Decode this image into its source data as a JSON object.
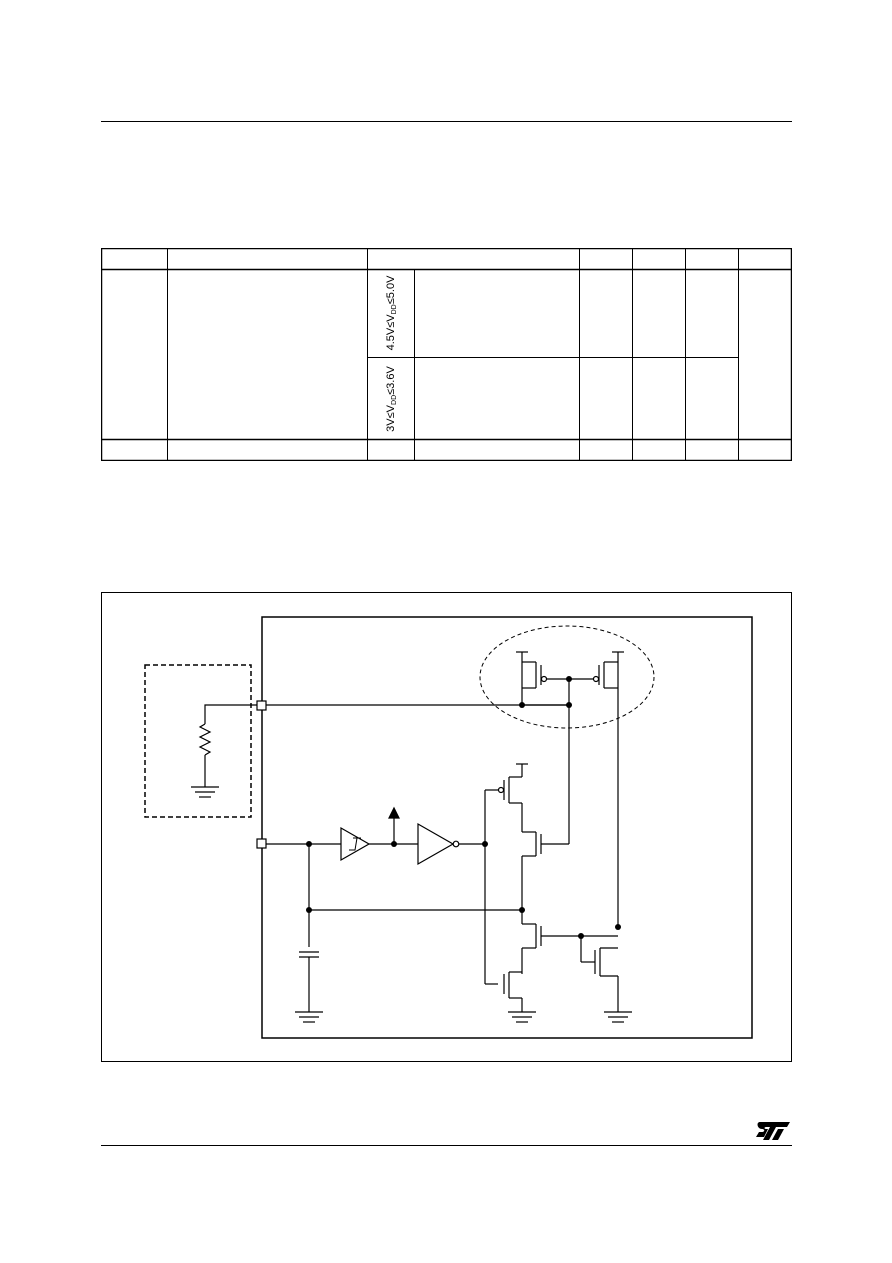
{
  "table": {
    "condition_1": {
      "prefix": "4.5V≤V",
      "sub": "DD",
      "suffix": "≤5.0V"
    },
    "condition_2": {
      "prefix": "3V≤V",
      "sub": "DD",
      "suffix": "≤3.6V"
    }
  },
  "colors": {
    "ink": "#000000",
    "paper": "#ffffff"
  },
  "logo": {
    "icon": "st-logo-icon"
  }
}
